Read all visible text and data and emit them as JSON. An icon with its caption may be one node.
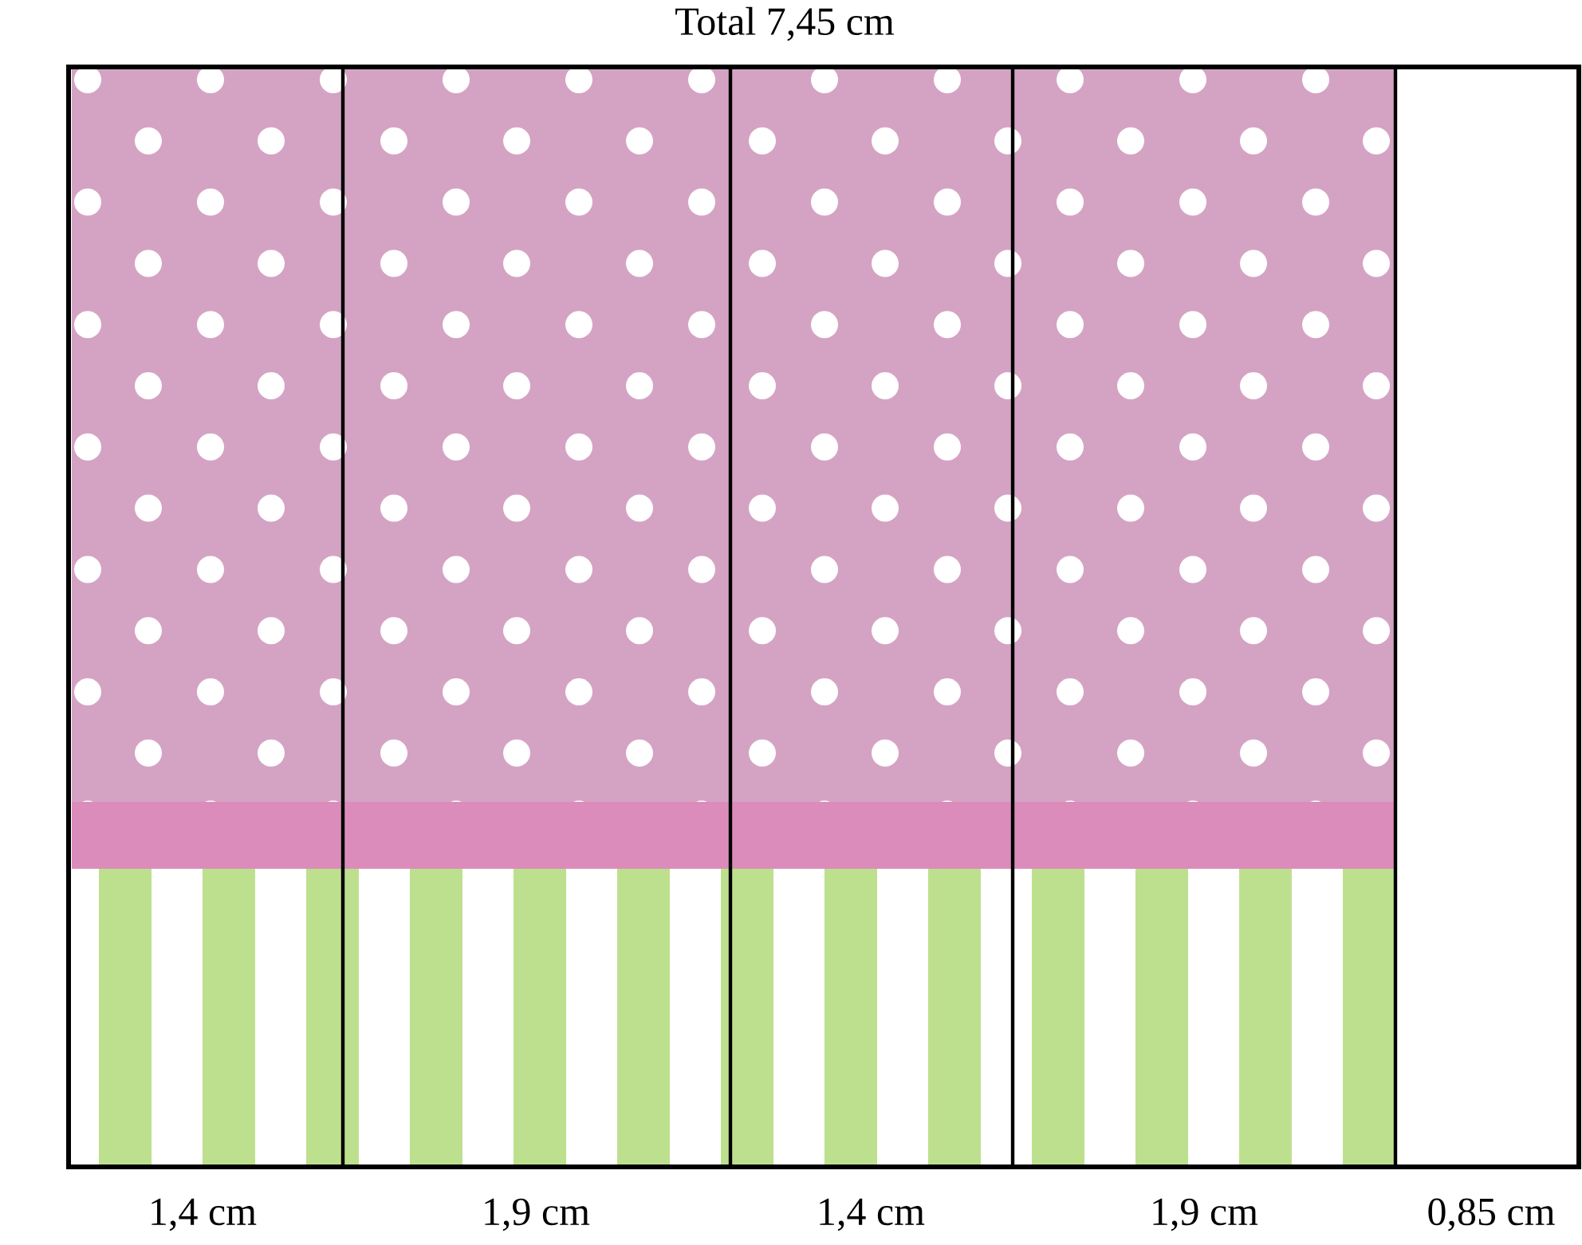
{
  "diagram": {
    "labels": [
      "Total 7,45 cm",
      "1,4 cm",
      "1,9 cm",
      "1,4 cm",
      "1,9 cm",
      "0,85 cm"
    ]
  }
}
